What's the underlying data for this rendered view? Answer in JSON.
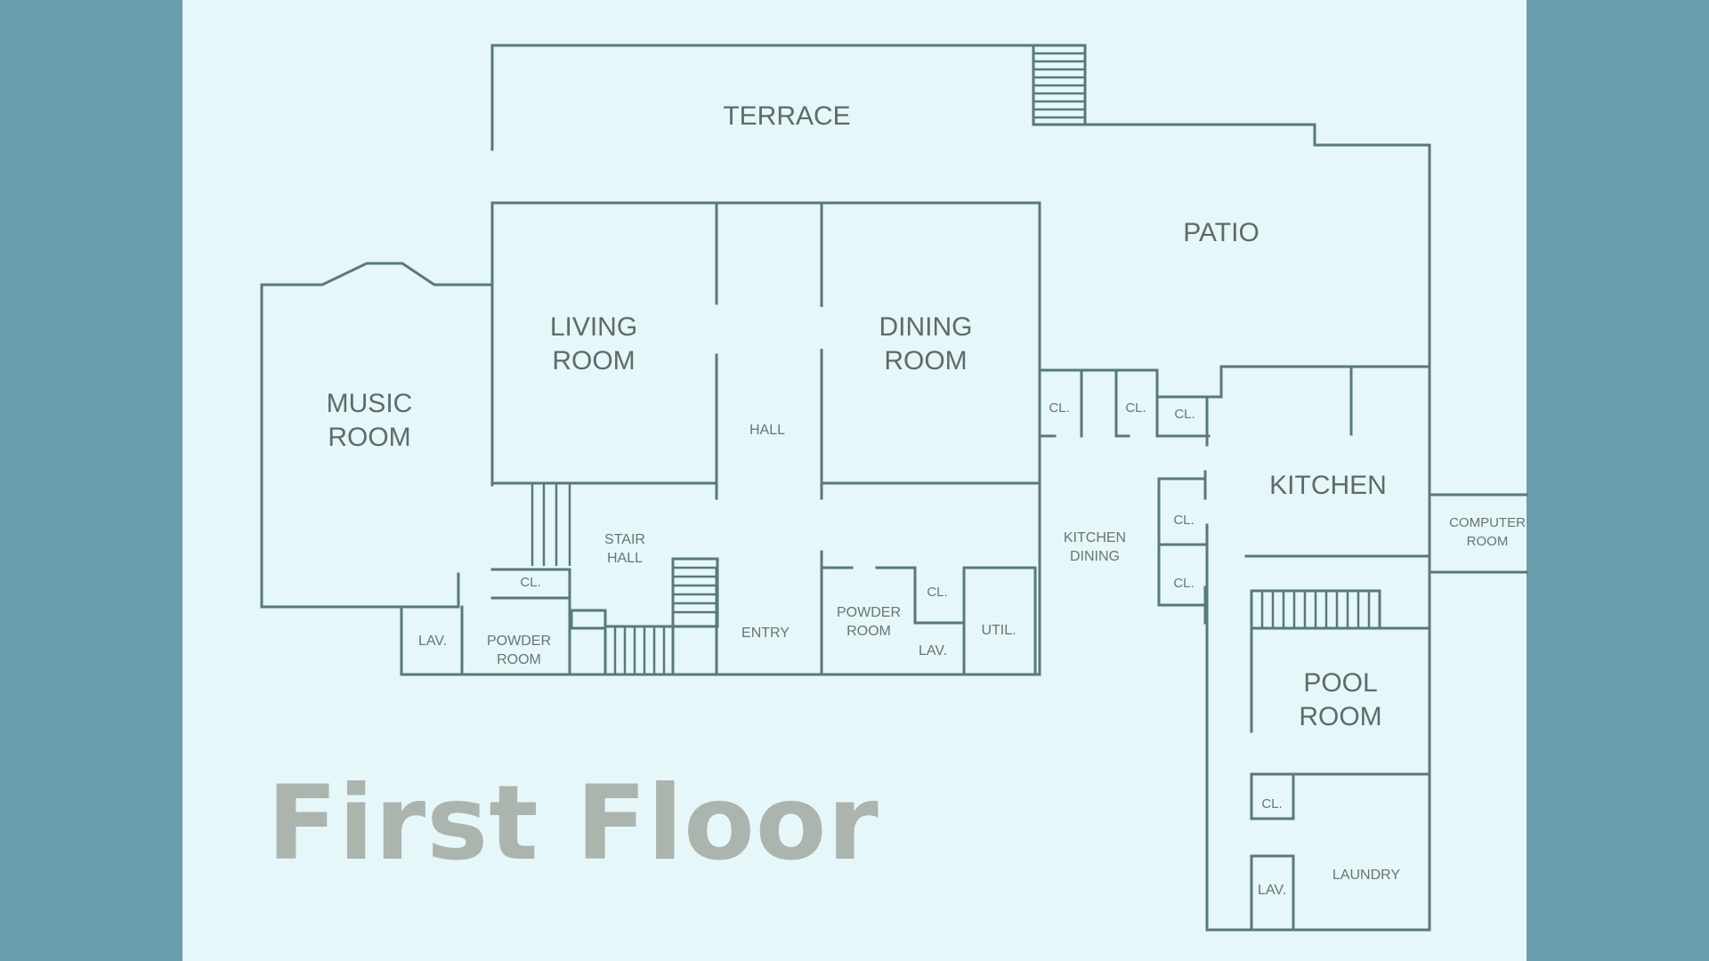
{
  "caption": "First Floor",
  "colors": {
    "outer_background": "#689dab",
    "panel_background": "#e5f7f9",
    "wall_line": "#587a76",
    "caption_text": "#acb4ae"
  },
  "rooms": {
    "terrace": "TERRACE",
    "patio": "PATIO",
    "living_room": [
      "LIVING",
      "ROOM"
    ],
    "dining_room": [
      "DINING",
      "ROOM"
    ],
    "music_room": [
      "MUSIC",
      "ROOM"
    ],
    "hall": "HALL",
    "kitchen": "KITCHEN",
    "kitchen_dining": [
      "KITCHEN",
      "DINING"
    ],
    "stair_hall": [
      "STAIR",
      "HALL"
    ],
    "entry": "ENTRY",
    "powder_room_left": [
      "POWDER",
      "ROOM"
    ],
    "powder_room_right": [
      "POWDER",
      "ROOM"
    ],
    "lav_left": "LAV.",
    "lav_middle": "LAV.",
    "lav_bottom": "LAV.",
    "util": "UTIL.",
    "computer_room": [
      "COMPUTER",
      "ROOM"
    ],
    "pool_room": [
      "POOL",
      "ROOM"
    ],
    "laundry": "LAUNDRY",
    "closet": "CL."
  }
}
